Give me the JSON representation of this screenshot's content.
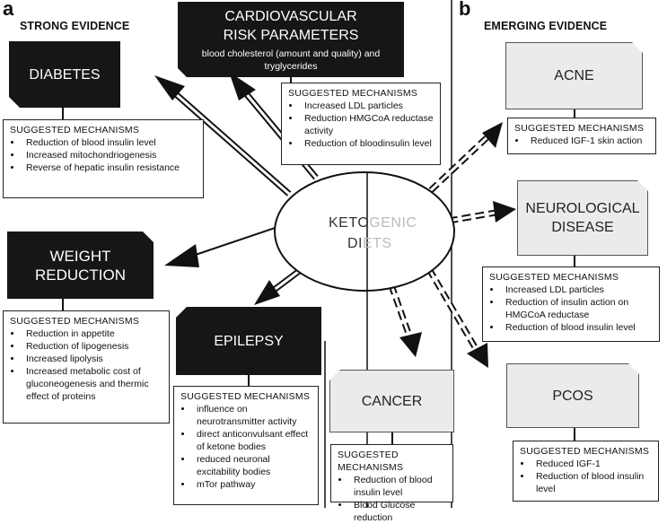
{
  "panels": {
    "a": "a",
    "b": "b"
  },
  "sections": {
    "strong": "STRONG EVIDENCE",
    "emerging": "EMERGING EVIDENCE"
  },
  "center": {
    "line1_dark": "KETO",
    "line1_light": "GENIC",
    "line2_dark": "DI",
    "line2_light": "ETS"
  },
  "boxes": {
    "cardio": {
      "title1": "CARDIOVASCULAR",
      "title2": "RISK PARAMETERS",
      "sub1": "blood cholesterol (amount and quality) and",
      "sub2": "tryglycerides"
    },
    "diabetes": {
      "title": "DIABETES"
    },
    "weight": {
      "title1": "WEIGHT",
      "title2": "REDUCTION"
    },
    "epilepsy": {
      "title": "EPILEPSY"
    },
    "acne": {
      "title": "ACNE"
    },
    "neuro": {
      "title1": "NEUROLOGICAL",
      "title2": "DISEASE"
    },
    "cancer": {
      "title": "CANCER"
    },
    "pcos": {
      "title": "PCOS"
    }
  },
  "mechanisms": {
    "heading": "SUGGESTED MECHANISMS",
    "cardio": [
      "Increased LDL particles",
      "Reduction HMGCoA reductase activity",
      "Reduction of bloodinsulin level"
    ],
    "diabetes": [
      "Reduction of blood insulin level",
      "Increased mitochondriogenesis",
      "Reverse of hepatic insulin resistance"
    ],
    "weight": [
      "Reduction in appetite",
      "Reduction of lipogenesis",
      "Increased lipolysis",
      "Increased metabolic cost of gluconeogenesis and thermic effect of proteins"
    ],
    "epilepsy": [
      "influence on neurotransmitter activity",
      "direct anticonvulsant effect of ketone bodies",
      "reduced neuronal excitability bodies",
      "mTor pathway"
    ],
    "acne": [
      "Reduced IGF-1 skin action"
    ],
    "neuro": [
      "Increased LDL particles",
      "Reduction of insulin action on HMGCoA reductase",
      "Reduction of blood insulin level"
    ],
    "cancer": [
      "Reduction of  blood insulin level",
      "Blood Glucose reduction"
    ],
    "pcos": [
      "Reduced IGF-1",
      "Reduction of blood insulin level"
    ]
  }
}
